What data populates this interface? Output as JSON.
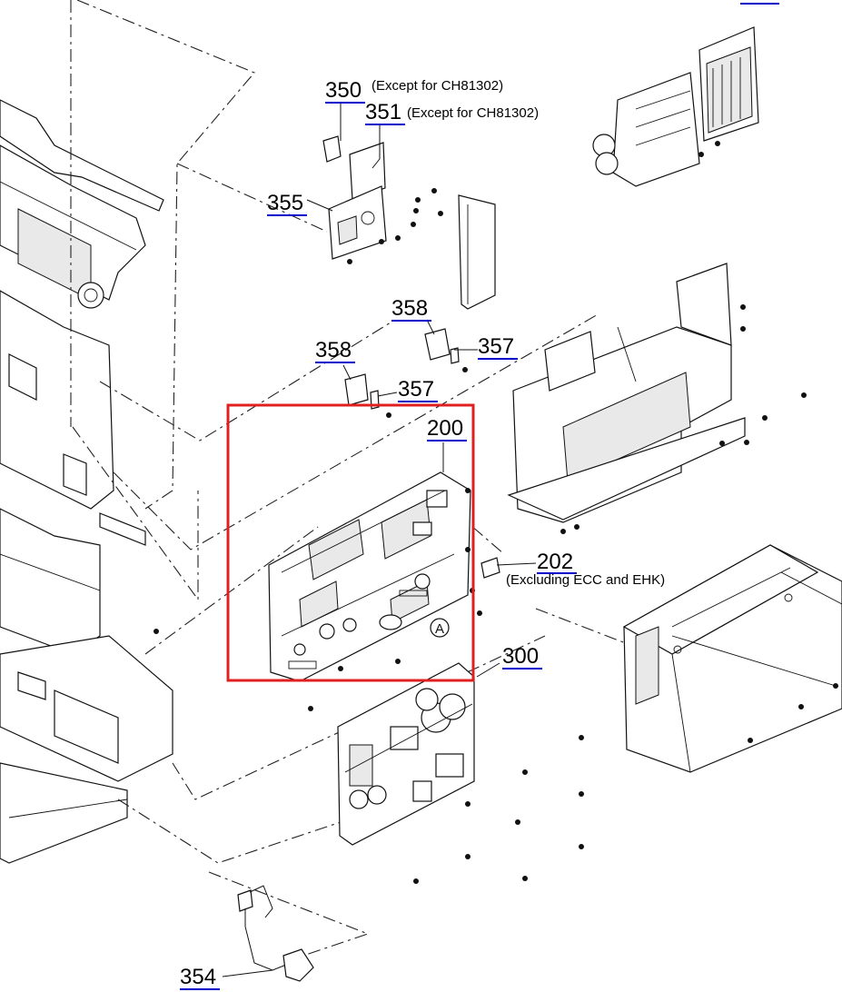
{
  "callouts": {
    "p350": {
      "number": "350",
      "note": "(Except for CH81302)"
    },
    "p351": {
      "number": "351",
      "note": "(Except for CH81302)"
    },
    "p355": {
      "number": "355"
    },
    "p358a": {
      "number": "358"
    },
    "p357a": {
      "number": "357"
    },
    "p358b": {
      "number": "358"
    },
    "p357b": {
      "number": "357"
    },
    "p200": {
      "number": "200"
    },
    "p202": {
      "number": "202",
      "note": "(Excluding ECC and EHK)"
    },
    "p300": {
      "number": "300"
    },
    "p354": {
      "number": "354"
    }
  },
  "marker_a": "A",
  "colors": {
    "highlight": "#e02020",
    "callout_underline": "#0000c8"
  }
}
